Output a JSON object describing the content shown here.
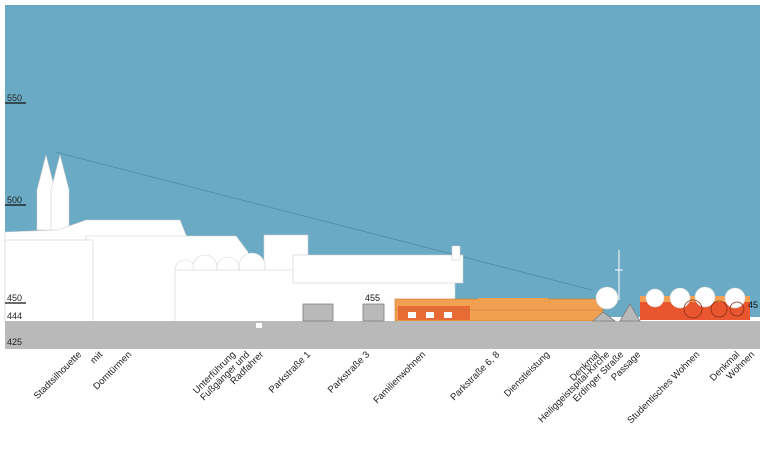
{
  "levels": {
    "l550": "550",
    "l500": "500",
    "l450": "450",
    "l444": "444",
    "l425": "425"
  },
  "height_marks": {
    "parkstrasse3": "455",
    "right_edge": "45"
  },
  "labels": {
    "stadtsilhouette": "Stadtsilhouette",
    "mit": "mit",
    "domtuermen": "Domtürmen",
    "unterfuehrung": "Unterführung",
    "fussgaenger": "Fußgänger und",
    "radfahrer": "Radfahrer",
    "parkstrasse1": "Parkstraße 1",
    "parkstrasse3": "Parkstraße 3",
    "familienwohnen": "Familienwohnen",
    "parkstrasse68": "Parkstraße 6, 8",
    "dienstleistung": "Dienstleistung",
    "denkmal1": "Denkmal",
    "heiliggeist": "Heiliggeistspital-Kirche",
    "erdinger": "Erdinger Straße",
    "passage": "Passage",
    "studentisches": "Studentisches Wohnen",
    "denkmal2": "Denkmal",
    "wohnen": "Wohnen"
  },
  "colors": {
    "sky": "#6aaac4",
    "ground": "#b9b9b9",
    "building": "#ffffff",
    "orange": "#f0a050",
    "red": "#e8552e",
    "text": "#222222"
  }
}
